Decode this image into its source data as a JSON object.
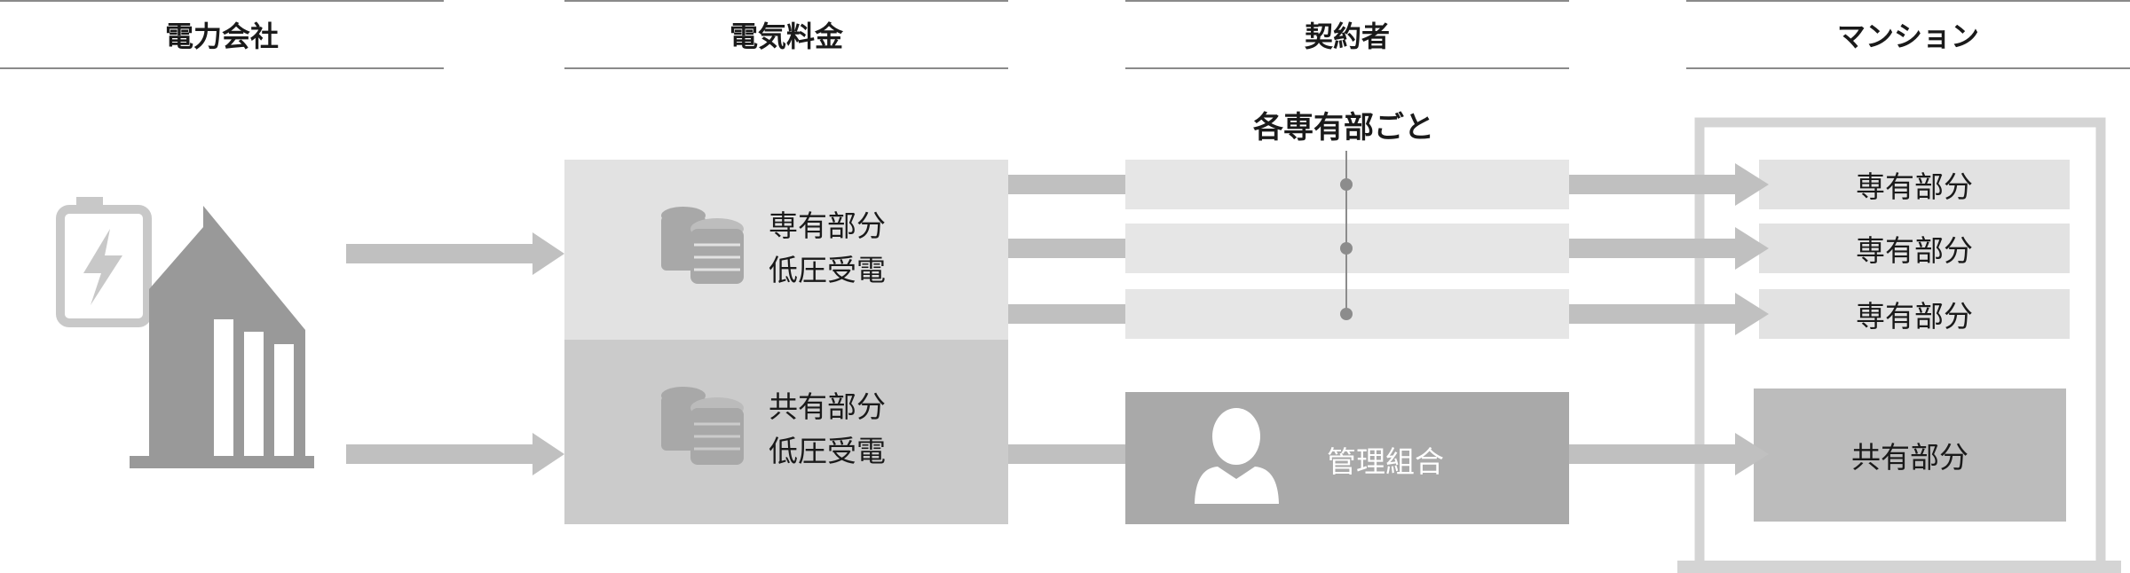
{
  "headers": {
    "power_company": "電力会社",
    "electricity_fee": "電気料金",
    "contractor": "契約者",
    "mansion": "マンション"
  },
  "fees": {
    "private": {
      "line1": "専有部分",
      "line2": "低圧受電"
    },
    "shared": {
      "line1": "共有部分",
      "line2": "低圧受電"
    }
  },
  "contract": {
    "per_unit_label": "各専有部ごと",
    "management_association": "管理組合"
  },
  "mansion": {
    "private_units": [
      "専有部分",
      "専有部分",
      "専有部分"
    ],
    "shared_area": "共有部分"
  },
  "icons": {
    "power": "battery-charging-icon",
    "building": "building-icon",
    "coins": "coins-icon",
    "person": "person-icon"
  },
  "colors": {
    "arrow": "#c0c0c0",
    "private_fee_bg": "#e2e2e2",
    "shared_fee_bg": "#cbcbcb",
    "management_bg": "#a9a9a9",
    "shared_area_bg": "#bcbcbc",
    "mansion_frame": "#d4d4d4"
  }
}
